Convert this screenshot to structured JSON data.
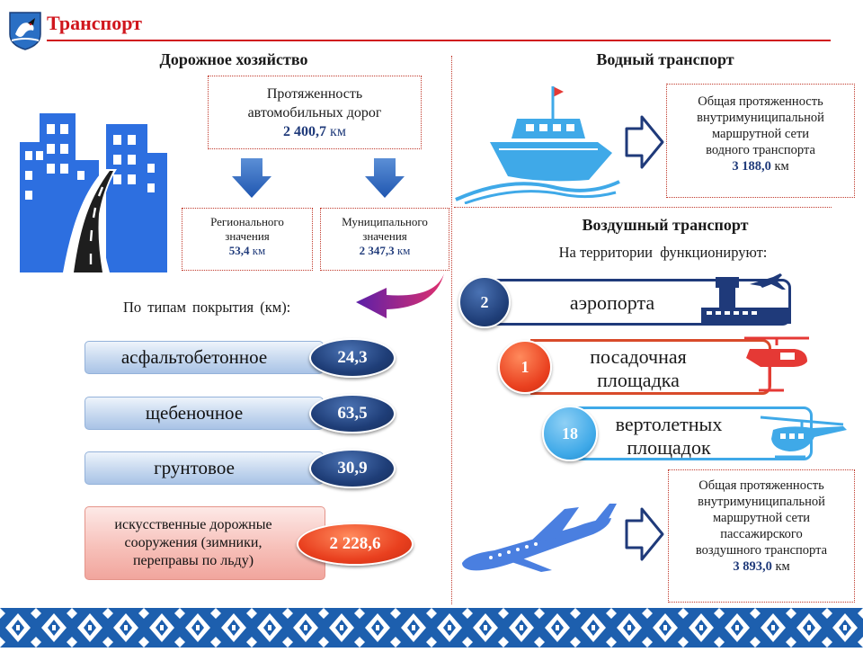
{
  "header": {
    "title": "Транспорт",
    "emblem_icon": "coat-of-arms-icon"
  },
  "road": {
    "title": "Дорожное хозяйство",
    "total": {
      "label_line1": "Протяженность",
      "label_line2": "автомобильных дорог",
      "value": "2 400,7",
      "unit": "км"
    },
    "regional": {
      "label_line1": "Регионального",
      "label_line2": "значения",
      "value": "53,4",
      "unit": "км"
    },
    "municipal": {
      "label_line1": "Муниципального",
      "label_line2": "значения",
      "value": "2 347,3",
      "unit": "км"
    },
    "coverage_title": "По типам покрытия (км):",
    "coverage": [
      {
        "label": "асфальтобетонное",
        "value": "24,3"
      },
      {
        "label": "щебеночное",
        "value": "63,5"
      },
      {
        "label": "грунтовое",
        "value": "30,9"
      }
    ],
    "special": {
      "line1": "искусственные дорожные",
      "line2": "сооружения (зимники,",
      "line3": "переправы по льду)",
      "value": "2 228,6"
    }
  },
  "water": {
    "title": "Водный транспорт",
    "line1": "Общая протяженность",
    "line2": "внутримуниципальной",
    "line3": "маршрутной сети",
    "line4": "водного транспорта",
    "value": "3 188,0",
    "unit": "км"
  },
  "air": {
    "title": "Воздушный транспорт",
    "subtitle": "На территории  функционируют:",
    "items": [
      {
        "count": "2",
        "line1": "аэропорта",
        "line2": ""
      },
      {
        "count": "1",
        "line1": "посадочная",
        "line2": "площадка"
      },
      {
        "count": "18",
        "line1": "вертолетных",
        "line2": "площадок"
      }
    ],
    "network": {
      "line1": "Общая протяженность",
      "line2": "внутримуниципальной",
      "line3": "маршрутной сети",
      "line4": "пассажирского",
      "line5": "воздушного транспорта",
      "value": "3 893,0",
      "unit": "км"
    }
  },
  "colors": {
    "accent_red": "#d0161d",
    "navy": "#1f3a7a",
    "sky_blue": "#3fa9e8",
    "ornament_blue": "#1d5fae"
  }
}
